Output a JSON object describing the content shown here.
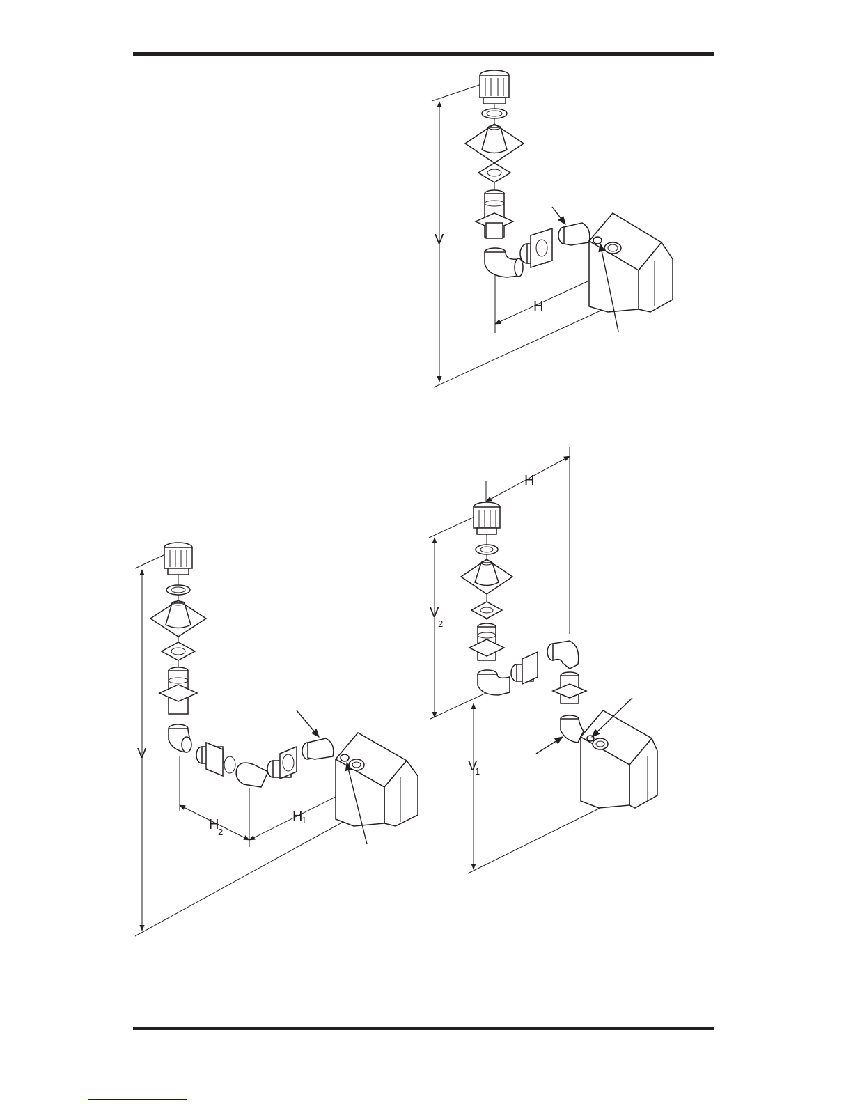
{
  "diagram_top": {
    "vertical_label": "V",
    "horizontal_label": "H"
  },
  "diagram_bottom_left": {
    "vertical_label": "V",
    "horizontal_1_label": "H",
    "horizontal_1_sub": "1",
    "horizontal_2_label": "H",
    "horizontal_2_sub": "2"
  },
  "diagram_bottom_right": {
    "horizontal_label": "H",
    "vertical_1_label": "V",
    "vertical_1_sub": "1",
    "vertical_2_label": "V",
    "vertical_2_sub": "2"
  },
  "colors": {
    "ink": "#231f20",
    "link": "#0000ee"
  }
}
